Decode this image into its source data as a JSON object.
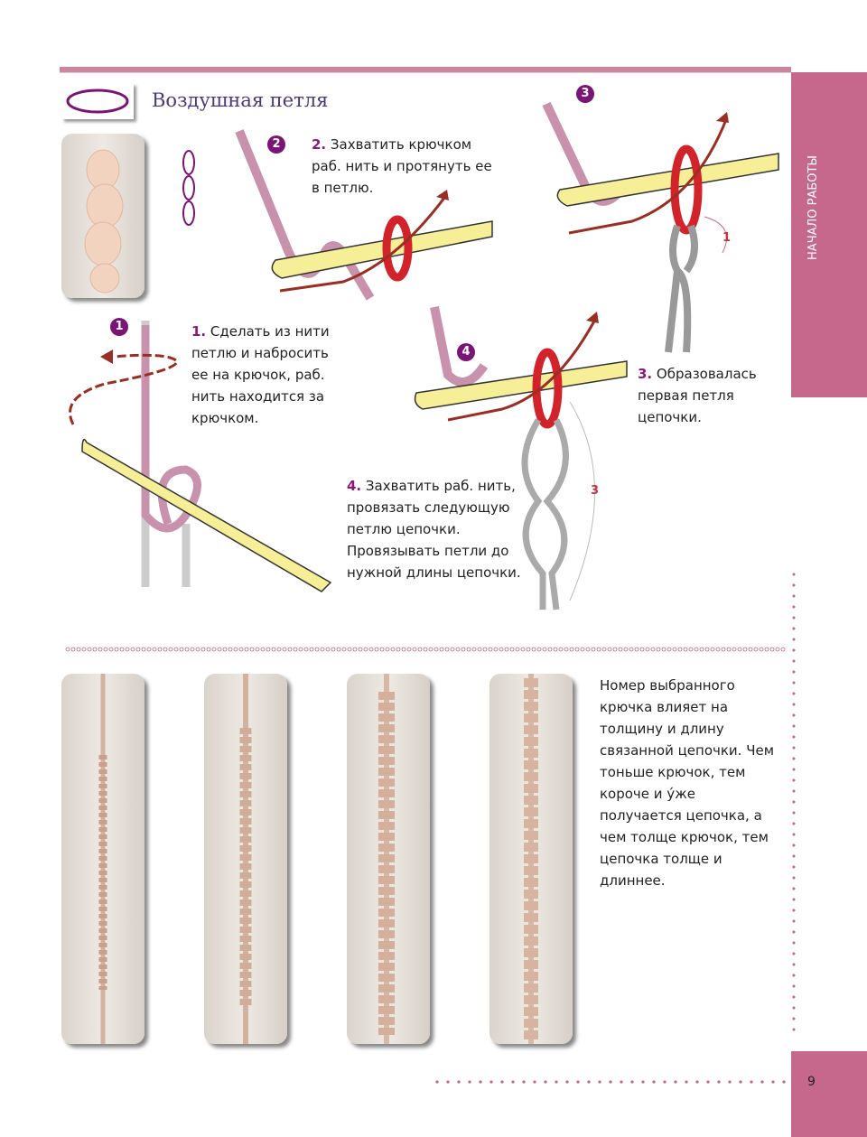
{
  "header": {
    "title": "Воздушная петля",
    "section": "НАЧАЛО РАБОТЫ",
    "page_number": "9"
  },
  "steps": [
    {
      "num": "1",
      "label": "1.",
      "text": "Сделать из нити петлю и набросить ее на крючок, раб. нить находится за крючком."
    },
    {
      "num": "2",
      "label": "2.",
      "text": "Захватить крючком раб. нить и протянуть ее в петлю."
    },
    {
      "num": "3",
      "label": "3.",
      "text": "Образовалась первая петля цепочки."
    },
    {
      "num": "4",
      "label": "4.",
      "text": "Захватить раб. нить, провязать следующую петлю цепочки. Провязывать петли до нужной длины цепочки."
    }
  ],
  "diagram_labels": {
    "loop_count_a": "1",
    "loop_count_b": "3"
  },
  "note": "Номер выбранного крючка влияет на толщину и длину связанной цепочки. Чем тоньше крючок, тем короче и у́же получается цепочка, а чем толще крючок, тем цепочка толще и длиннее.",
  "colors": {
    "accent": "#c6688c",
    "number": "#7b1477",
    "title": "#4a3878"
  }
}
